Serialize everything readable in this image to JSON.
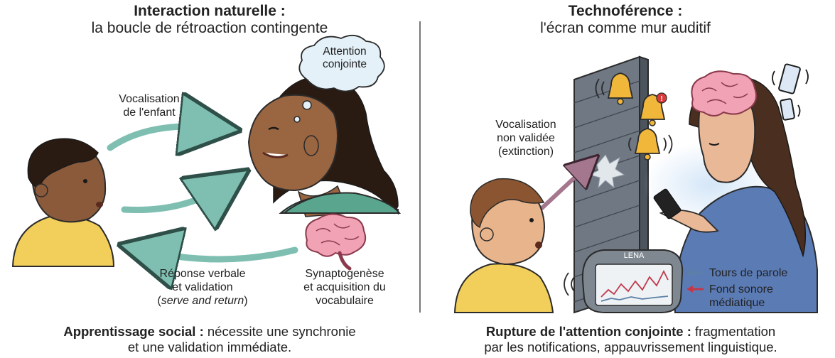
{
  "left": {
    "title": "Interaction naturelle :",
    "subtitle": "la boucle de rétroaction contingente",
    "label_vocalisation": [
      "Vocalisation",
      "de l'enfant"
    ],
    "bubble_attention": [
      "Attention",
      "conjointe"
    ],
    "label_reponse": [
      "Réponse verbale",
      "et validation"
    ],
    "label_reponse_italic": "serve and return",
    "label_synapto": [
      "Synaptogenèse",
      "et acquisition du",
      "vocabulaire"
    ],
    "caption_bold": "Apprentissage social :",
    "caption_rest_1": " nécessite une synchronie",
    "caption_line_2": "et une validation immédiate."
  },
  "right": {
    "title": "Technoférence :",
    "subtitle": "l'écran comme mur auditif",
    "label_vocalisation": [
      "Vocalisation",
      "non validée",
      "(extinction)"
    ],
    "device_label": "LENA",
    "legend": [
      {
        "label": [
          "Tours de parole"
        ],
        "color": "#5b7fa6"
      },
      {
        "label": [
          "Fond sonore",
          "médiatique"
        ],
        "color": "#c0394b"
      }
    ],
    "caption_bold": "Rupture de l'attention conjointe :",
    "caption_rest_1": " fragmentation",
    "caption_line_2": "par les notifications, appauvrissement linguistique."
  },
  "colors": {
    "teal_arrow": "#7fbfb2",
    "mauve_arrow": "#a4778e",
    "divider": "#555555",
    "wall": "#6f7883",
    "bell": "#f1b73b",
    "shirt_child": "#f2cf5a",
    "shirt_mother": "#5aa58e",
    "shirt_woman": "#5b7bb4"
  },
  "icons": [
    "brain-icon",
    "bell-icon",
    "notification-badge-icon",
    "smartphone-icon",
    "sound-waves-icon",
    "thought-bubble-icon"
  ]
}
